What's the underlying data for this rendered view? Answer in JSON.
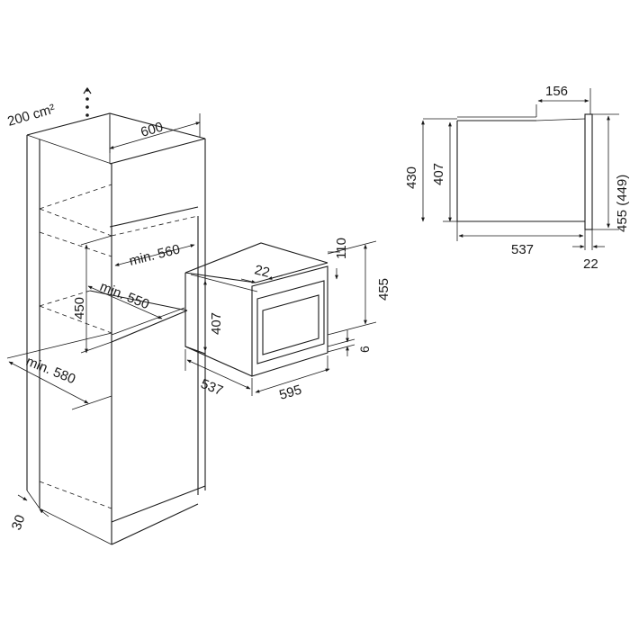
{
  "labels": {
    "vent_area": "200 cm²",
    "cabinet_width": "600",
    "min_560": "min. 560",
    "min_550": "min. 550",
    "min_580": "min. 580",
    "niche_450": "450",
    "base_30": "30",
    "oven_110": "110",
    "oven_22": "22",
    "oven_455": "455",
    "oven_407": "407",
    "oven_6": "6",
    "oven_537": "537",
    "oven_595": "595",
    "side_156": "156",
    "side_430": "430",
    "side_407": "407",
    "side_455_449": "455 (449)",
    "side_537": "537",
    "side_22": "22"
  }
}
